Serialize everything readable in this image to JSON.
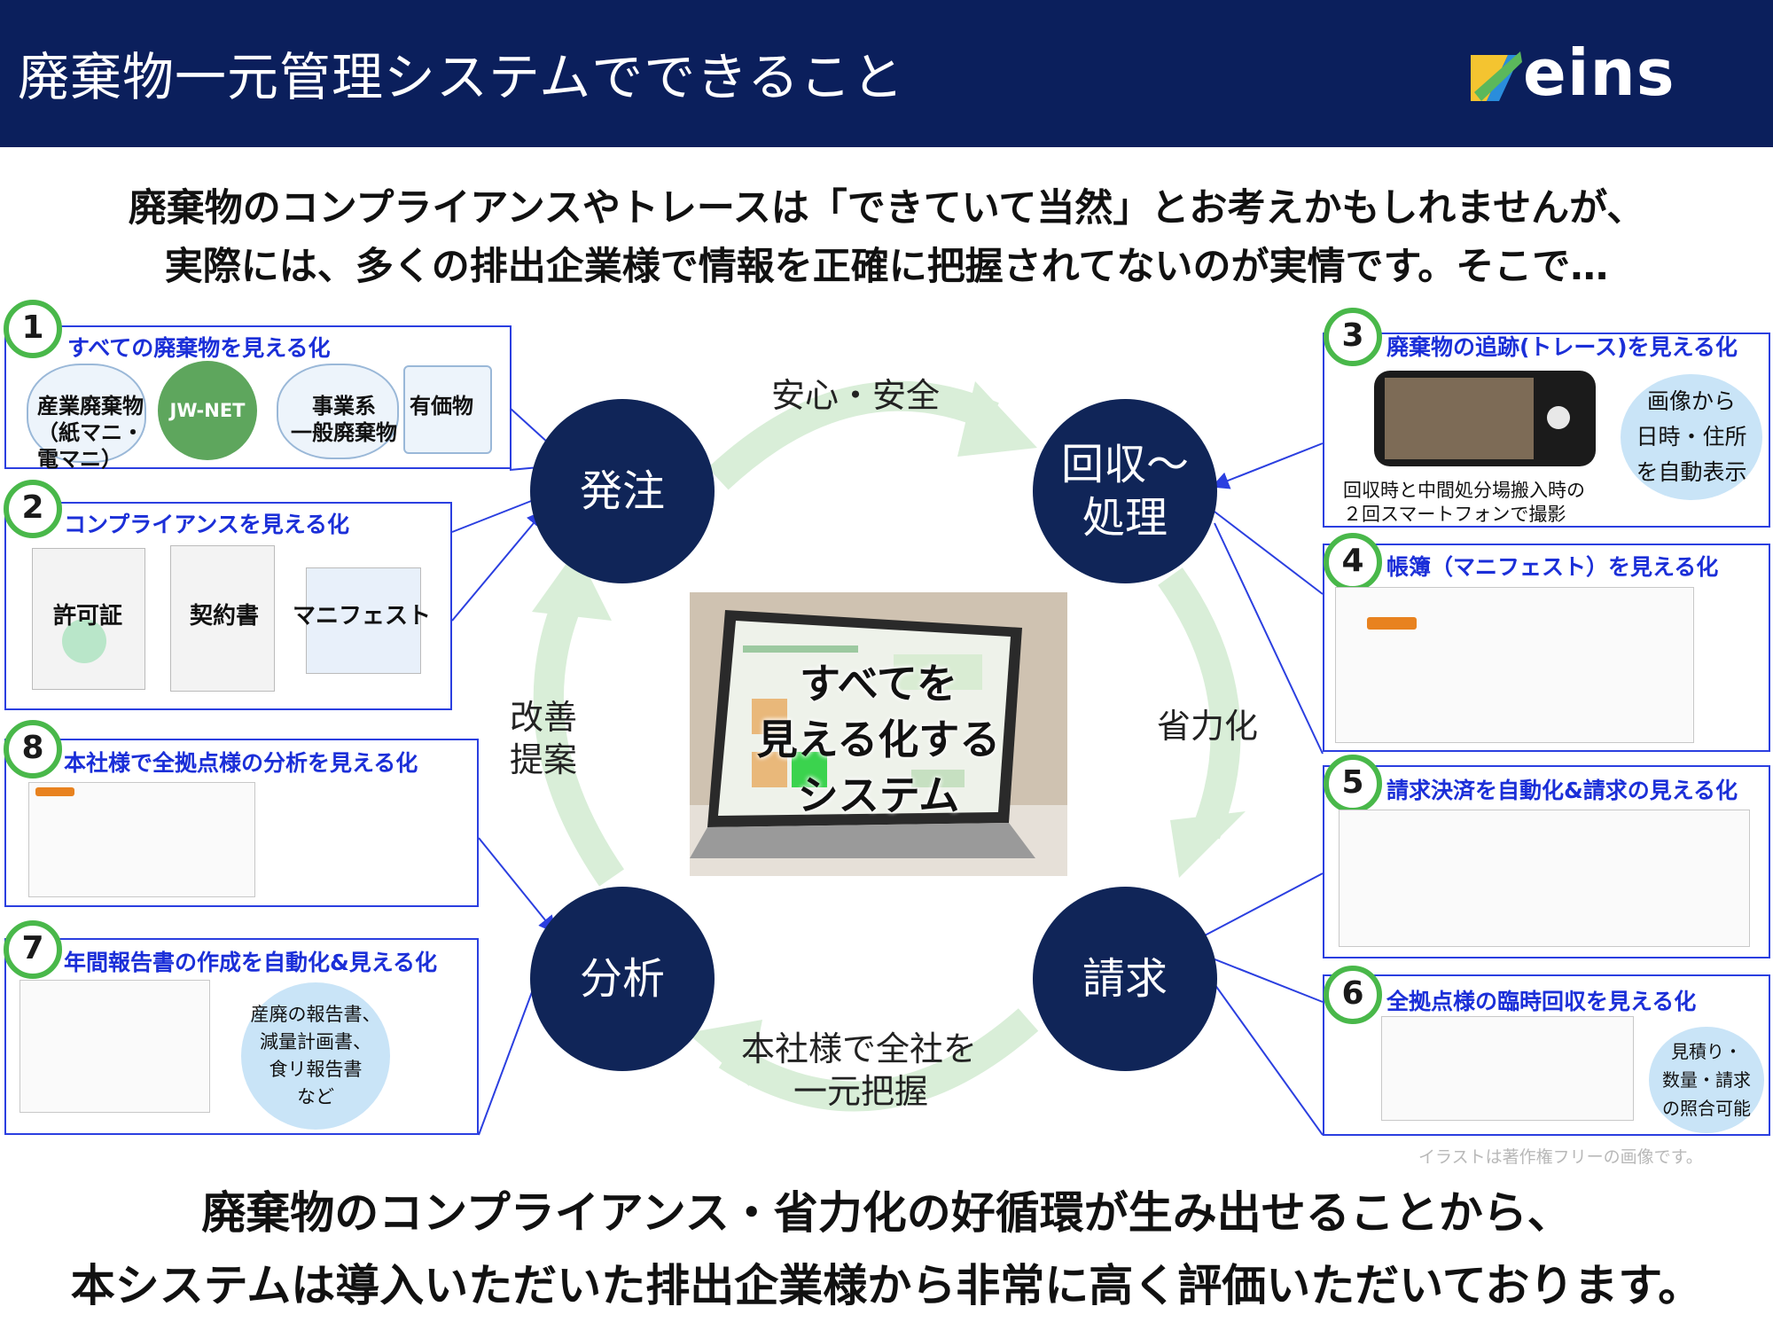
{
  "header": {
    "title": "廃棄物一元管理システムでできること",
    "logo_text": "eins"
  },
  "intro": {
    "line1": "廃棄物のコンプライアンスやトレースは「できていて当然」とお考えかもしれませんが、",
    "line2": "実際には、多くの排出企業様で情報を正確に把握されてないのが実情です。そこで…"
  },
  "cycle": {
    "nodes": {
      "order": "発注",
      "collect_line1": "回収～",
      "collect_line2": "処理",
      "billing": "請求",
      "analysis": "分析"
    },
    "arrows": {
      "top": "安心・安全",
      "right": "省力化",
      "bottom_line1": "本社様で全社を",
      "bottom_line2": "一元把握",
      "left_line1": "改善",
      "left_line2": "提案"
    },
    "center_line1": "すべてを",
    "center_line2": "見える化する",
    "center_line3": "システム"
  },
  "panels": {
    "p1": {
      "num": "1",
      "title": "すべての廃棄物を見える化",
      "industrial_l1": "産業廃棄物",
      "industrial_l2": "（紙マニ・",
      "industrial_l3": "電マニ）",
      "jwnet": "JW-NET",
      "general_l1": "事業系",
      "general_l2": "一般廃棄物",
      "valuables": "有価物"
    },
    "p2": {
      "num": "2",
      "title": "コンプライアンスを見える化",
      "permit": "許可証",
      "contract": "契約書",
      "manifest": "マニフェスト"
    },
    "p3": {
      "num": "3",
      "title": "廃棄物の追跡(トレース)を見える化",
      "caption_l1": "回収時と中間処分場搬入時の",
      "caption_l2": "２回スマートフォンで撮影",
      "bubble_l1": "画像から",
      "bubble_l2": "日時・住所",
      "bubble_l3": "を自動表示"
    },
    "p4": {
      "num": "4",
      "title": "帳簿（マニフェスト）を見える化"
    },
    "p5": {
      "num": "5",
      "title": "請求決済を自動化&請求の見える化"
    },
    "p6": {
      "num": "6",
      "title": "全拠点様の臨時回収を見える化",
      "bubble_l1": "見積り・",
      "bubble_l2": "数量・請求",
      "bubble_l3": "の照合可能"
    },
    "p7": {
      "num": "7",
      "title": "年間報告書の作成を自動化&見える化",
      "bubble_l1": "産廃の報告書、",
      "bubble_l2": "減量計画書、",
      "bubble_l3": "食リ報告書",
      "bubble_l4": "など"
    },
    "p8": {
      "num": "8",
      "title": "本社様で全拠点様の分析を見える化"
    }
  },
  "disclaimer": "イラストは著作権フリーの画像です。",
  "outro": {
    "line1": "廃棄物のコンプライアンス・省力化の好循環が生み出せることから、",
    "line2": "本システムは導入いただいた排出企業様から非常に高く評価いただいております。"
  },
  "colors": {
    "header_bg": "#0b1f5c",
    "node_bg": "#102558",
    "panel_border": "#2b3fe0",
    "badge_green": "#49b84a",
    "arrow_green": "#d9eed8",
    "jwnet_green": "#5ea65d"
  }
}
